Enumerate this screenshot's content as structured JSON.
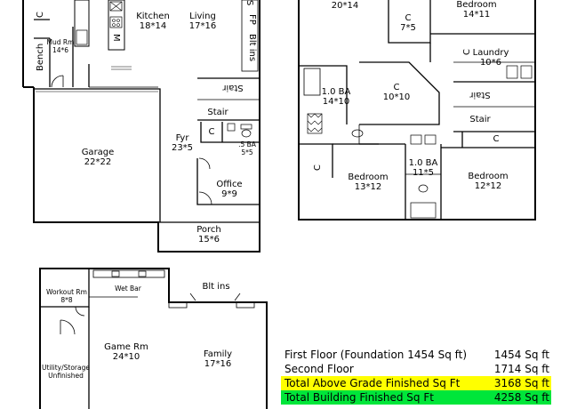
{
  "rooms": {
    "kitchen": {
      "name": "Kitchen",
      "dims": "18*14"
    },
    "living": {
      "name": "Living",
      "dims": "17*16"
    },
    "mud_room": {
      "name": "Mud Rm",
      "dims": "14*6"
    },
    "garage": {
      "name": "Garage",
      "dims": "22*22"
    },
    "foyer": {
      "name": "Fyr",
      "dims": "23*5"
    },
    "half_bath": {
      "name": ".5 BA",
      "dims": "5*5"
    },
    "office": {
      "name": "Office",
      "dims": "9*9"
    },
    "porch": {
      "name": "Porch",
      "dims": "15*6"
    },
    "upper_room": {
      "dims": "20*14"
    },
    "closet_upper": {
      "name": "C",
      "dims": "7*5"
    },
    "bedroom_top": {
      "name": "Bedroom",
      "dims": "14*11"
    },
    "laundry": {
      "name": "Laundry",
      "dims": "10*6"
    },
    "bath_1": {
      "name": "1.0 BA",
      "dims": "14*10"
    },
    "closet_center": {
      "name": "C",
      "dims": "10*10"
    },
    "bath_2": {
      "name": "1.0 BA",
      "dims": "11*5"
    },
    "bedroom_left": {
      "name": "Bedroom",
      "dims": "13*12"
    },
    "bedroom_right": {
      "name": "Bedroom",
      "dims": "12*12"
    },
    "workout": {
      "name": "Workout Rm",
      "dims": "8*8"
    },
    "wet_bar": {
      "name": "Wet Bar"
    },
    "game_room": {
      "name": "Game Rm",
      "dims": "24*10"
    },
    "family": {
      "name": "Family",
      "dims": "17*16"
    },
    "utility": {
      "name": "Utility/Storage",
      "sub": "Unfinished"
    }
  },
  "labels": {
    "stair": "Stair",
    "closet": "C",
    "bench": "Bench",
    "fp": "FP",
    "blt_ins": "Blt ins",
    "s_mark": "S",
    "m_mark": "M"
  },
  "sqft_table": [
    {
      "label": "First Floor (Foundation 1454 Sq ft)",
      "value": "1454 Sq ft",
      "highlight": ""
    },
    {
      "label": "Second Floor",
      "value": "1714 Sq ft",
      "highlight": ""
    },
    {
      "label": "Total Above Grade Finished Sq Ft",
      "value": "3168 Sq ft",
      "highlight": "#ffff00"
    },
    {
      "label": "Total Building Finished Sq Ft",
      "value": "4258 Sq ft",
      "highlight": "#00e63a"
    }
  ]
}
